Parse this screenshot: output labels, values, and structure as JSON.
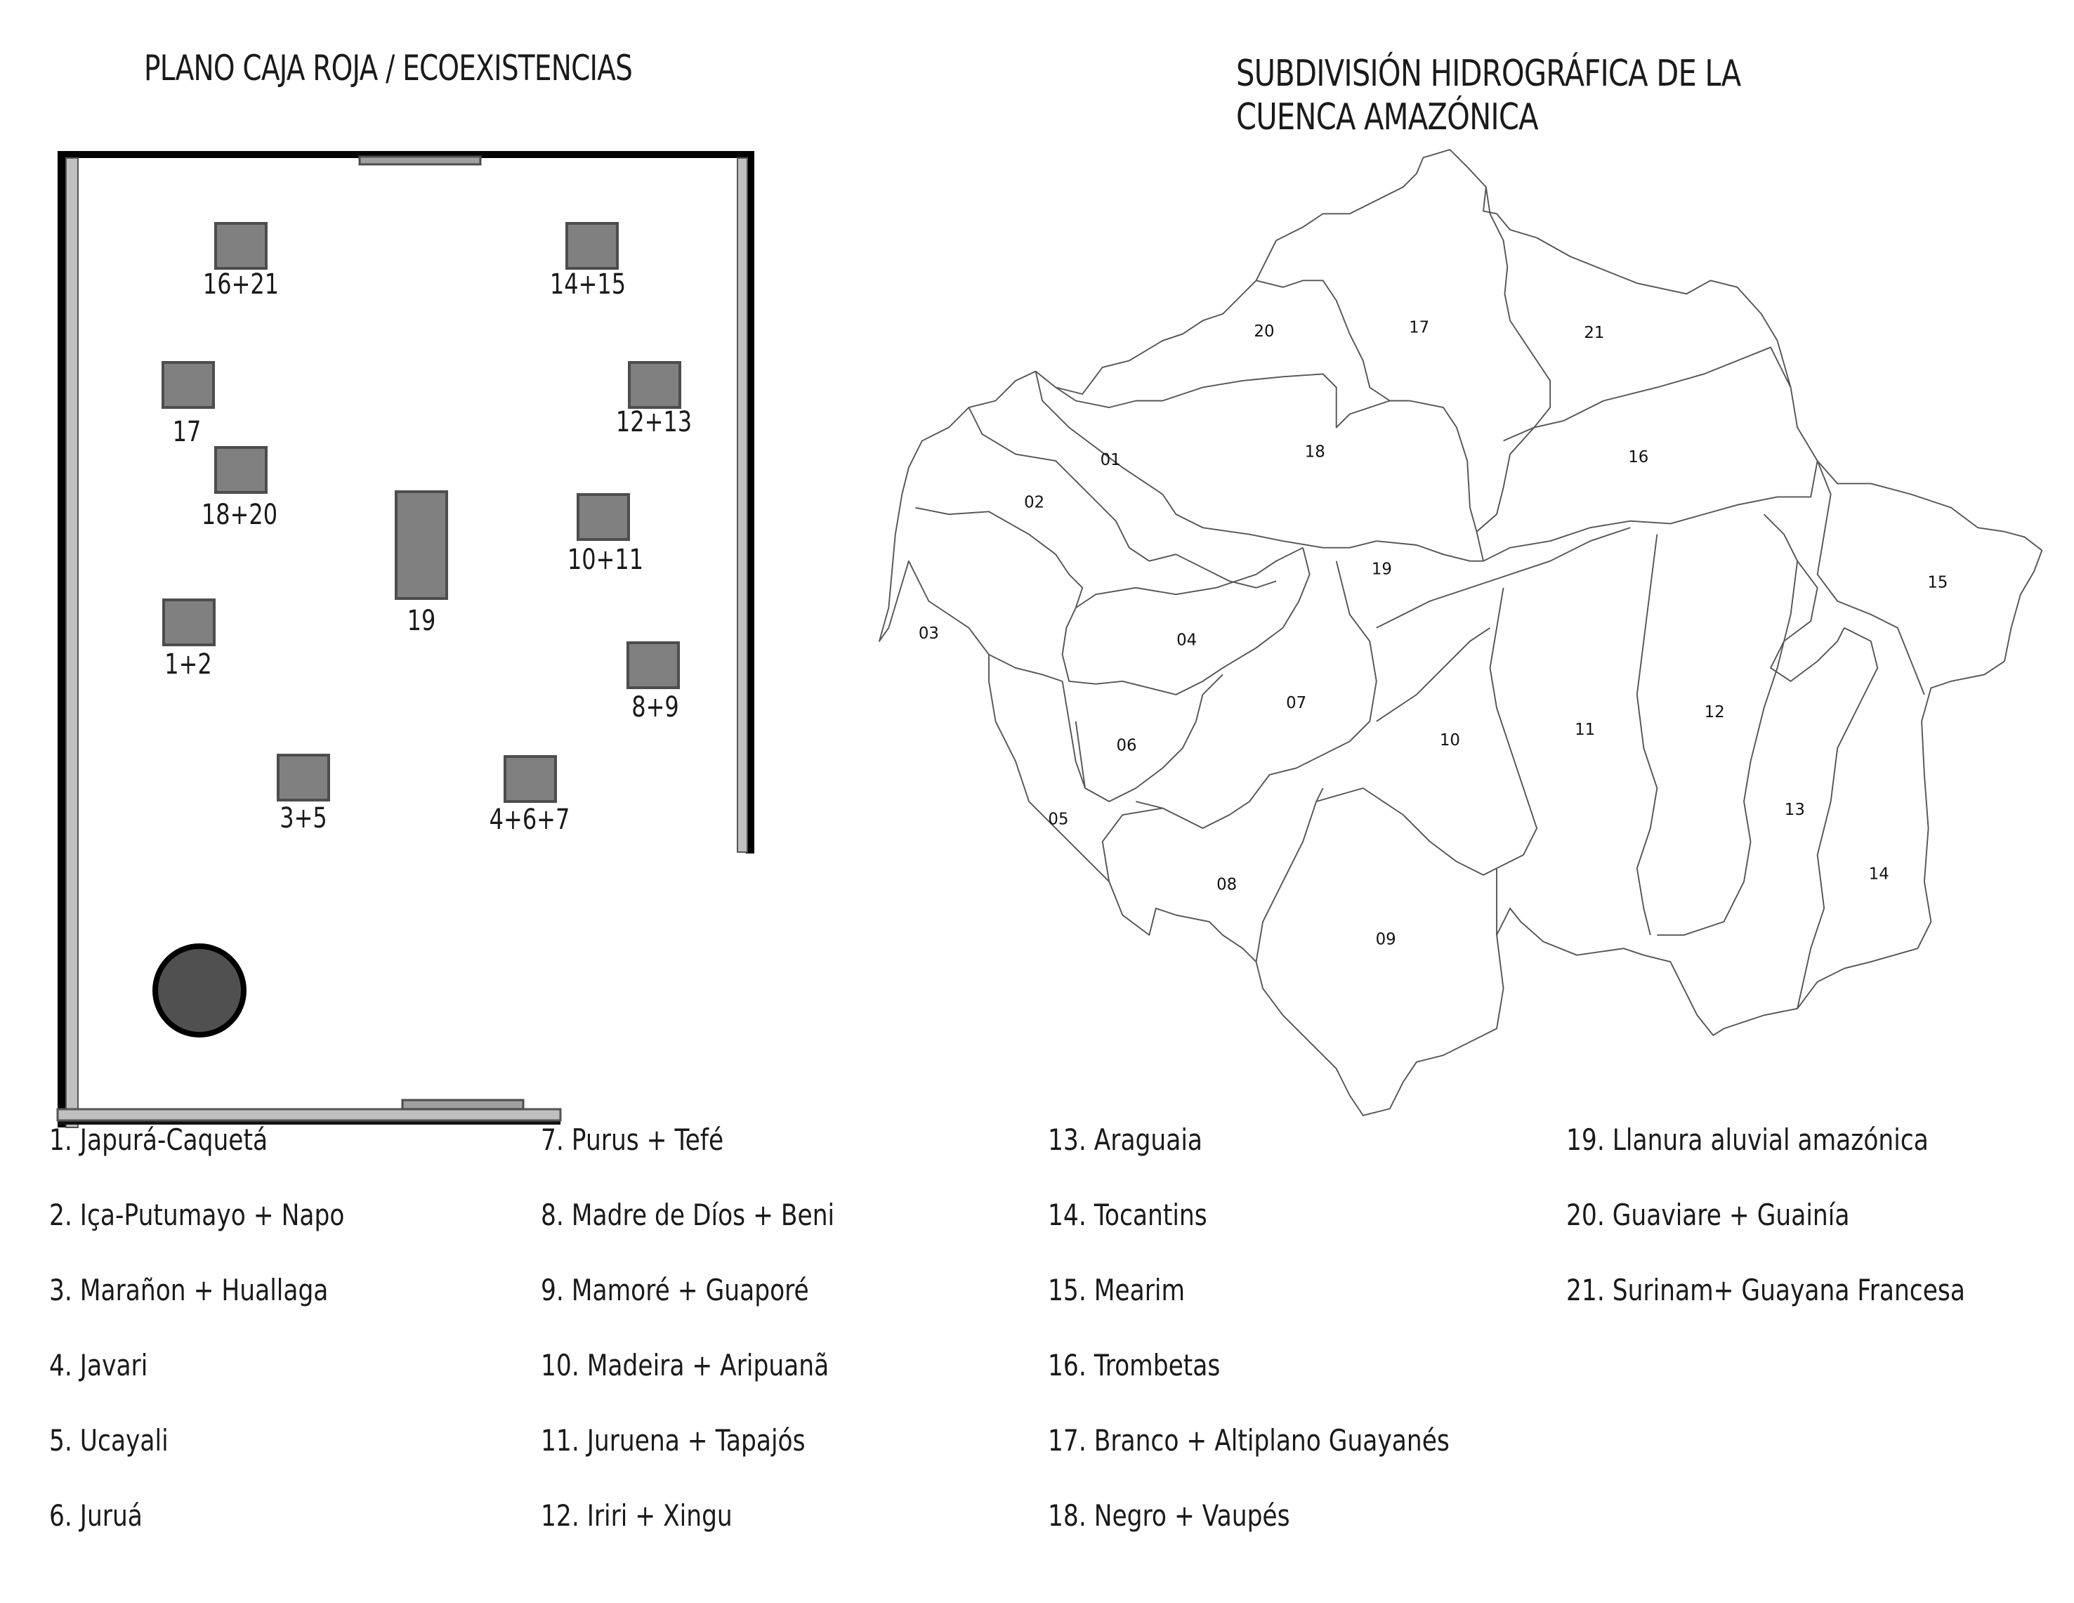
{
  "plan": {
    "title": "PLANO CAJA ROJA / ECOEXISTENCIAS",
    "stations": [
      {
        "label": "16+21"
      },
      {
        "label": "14+15"
      },
      {
        "label": "17"
      },
      {
        "label": "12+13"
      },
      {
        "label": "18+20"
      },
      {
        "label": "19"
      },
      {
        "label": "10+11"
      },
      {
        "label": "1+2"
      },
      {
        "label": "8+9"
      },
      {
        "label": "3+5"
      },
      {
        "label": "4+6+7"
      }
    ],
    "colors": {
      "wall": "#000000",
      "wall_inner": "#c0c0c0",
      "station_fill": "#808080",
      "station_border": "#4d4d4d",
      "column_fill": "#505050"
    }
  },
  "map": {
    "title_line1": "SUBDIVISIÓN HIDROGRÁFICA DE LA",
    "title_line2": "CUENCA AMAZÓNICA",
    "regions": [
      "01",
      "02",
      "03",
      "04",
      "05",
      "06",
      "07",
      "08",
      "09",
      "10",
      "11",
      "12",
      "13",
      "14",
      "15",
      "16",
      "17",
      "18",
      "19",
      "20",
      "21"
    ]
  },
  "legend": {
    "columns": [
      [
        "1. Japurá-Caquetá",
        "2. Iça-Putumayo + Napo",
        "3. Marañon + Huallaga",
        "4. Javari",
        "5. Ucayali",
        "6. Juruá"
      ],
      [
        "7. Purus + Tefé",
        "8. Madre de Díos + Beni",
        "9. Mamoré + Guaporé",
        "10. Madeira + Aripuanã",
        "11. Juruena + Tapajós",
        "12. Iriri + Xingu"
      ],
      [
        "13. Araguaia",
        "14. Tocantins",
        "15. Mearim",
        "16. Trombetas",
        "17. Branco + Altiplano Guayanés",
        "18. Negro + Vaupés"
      ],
      [
        "19. Llanura aluvial amazónica",
        "20. Guaviare + Guainía",
        "21. Surinam+ Guayana Francesa"
      ]
    ]
  }
}
